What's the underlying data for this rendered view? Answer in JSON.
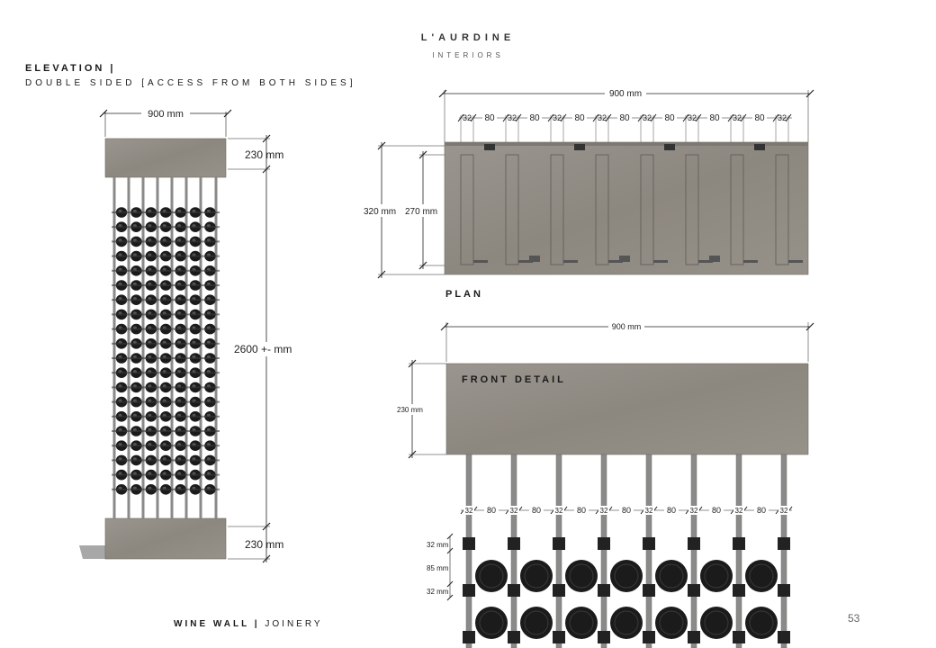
{
  "brand": {
    "name": "L'AURDINE",
    "sub": "INTERIORS"
  },
  "elevation": {
    "title": "ELEVATION |",
    "subtitle": "DOUBLE SIDED [ACCESS FROM BOTH SIDES]",
    "dim_width": "900 mm",
    "dim_top": "230 mm",
    "dim_height": "2600 +- mm",
    "dim_bottom": "230 mm"
  },
  "plan": {
    "label": "PLAN",
    "dim_width": "900 mm",
    "dim_depth_outer": "320 mm",
    "dim_depth_inner": "270 mm",
    "dim_32": "32",
    "dim_80": "80"
  },
  "front": {
    "label": "FRONT DETAIL",
    "dim_width": "900 mm",
    "dim_height": "230 mm",
    "dim_32": "32",
    "dim_80": "80",
    "dim_v_32a": "32 mm",
    "dim_v_85": "85 mm",
    "dim_v_32b": "32 mm"
  },
  "footer": {
    "title_bold": "WINE WALL",
    "title_sep": " | ",
    "title_rest": "JOINERY"
  },
  "page_number": "53",
  "colors": {
    "concrete": "#8f8a83",
    "concrete_dark": "#7c7770",
    "rod": "#8a8a88",
    "bottle": "#1b1b1b",
    "text": "#1a1a1a"
  }
}
